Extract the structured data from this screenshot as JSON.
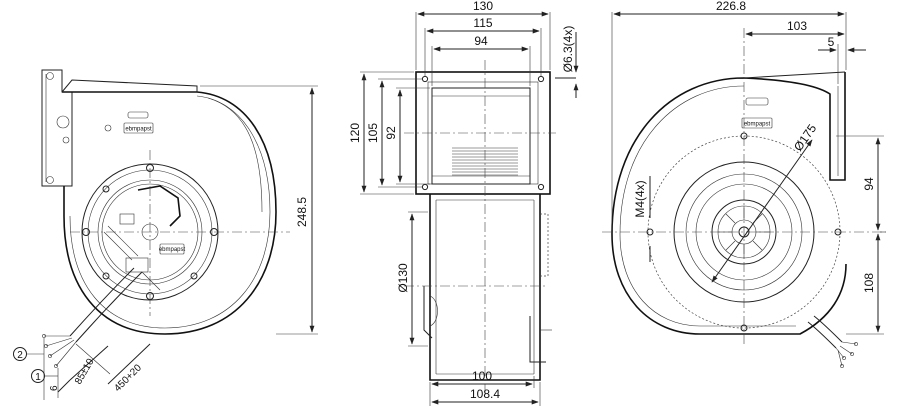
{
  "dimensions": {
    "front_height": "248.5",
    "lead_length_1": "6",
    "lead_length_2": "85±10",
    "lead_length_3": "450+20",
    "marker_1": "1",
    "marker_2": "2",
    "side_width": "130",
    "side_inner_width": "115",
    "side_hole_span": "94",
    "hole_diameter": "Ø6.3(4x)",
    "flange_height": "120",
    "flange_inner_height": "105",
    "flange_hole_span": "92",
    "housing_diameter": "Ø130",
    "bottom_inner_width": "100",
    "bottom_width": "108.4",
    "total_width": "226.8",
    "axis_to_outlet": "103",
    "outlet_offset": "5",
    "rotor_diameter": "Ø175",
    "thread": "M4(4x)",
    "upper_height": "94",
    "lower_height": "108"
  },
  "labels": {
    "brand_front": "ebmpapst",
    "brand_rear": "ebmpapst"
  }
}
